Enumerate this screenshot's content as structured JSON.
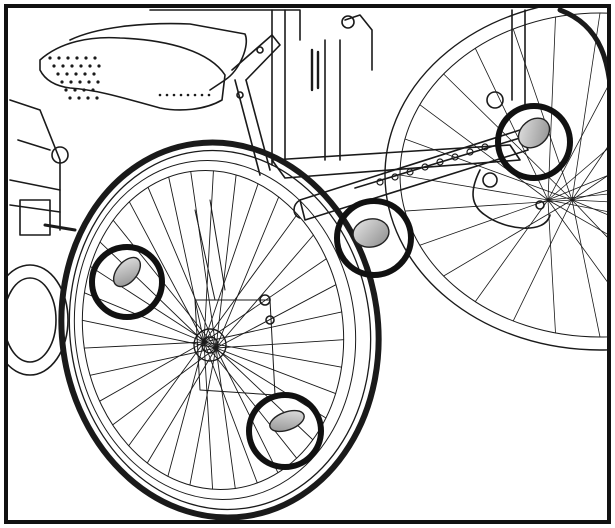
{
  "figure": {
    "background": "#ffffff",
    "line_color": "#1a1a1a",
    "highlight_ring_color": "#111111",
    "reflector_color": "#9a9a9a",
    "reflector_highlight": "#d9d9d9",
    "highlighted_parts": [
      {
        "name": "reflector-front-wheel-upper"
      },
      {
        "name": "reflector-front-wheel-lower"
      },
      {
        "name": "reflector-frame-center"
      },
      {
        "name": "reflector-rear-wheel"
      }
    ]
  }
}
